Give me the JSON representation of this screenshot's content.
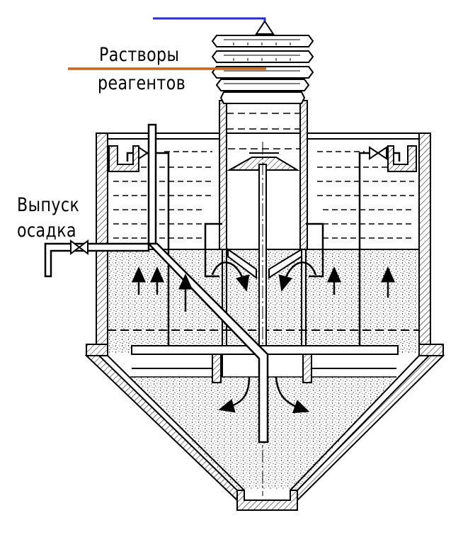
{
  "labels": {
    "reagents_line1": "Растворы",
    "reagents_line2": "реагентов",
    "sludge_line1": "Выпуск",
    "sludge_line2": "осадка"
  },
  "colors": {
    "outline": "#000000",
    "water_line": "#2b2bd6",
    "reagent_line": "#c8651c",
    "background": "#ffffff"
  }
}
